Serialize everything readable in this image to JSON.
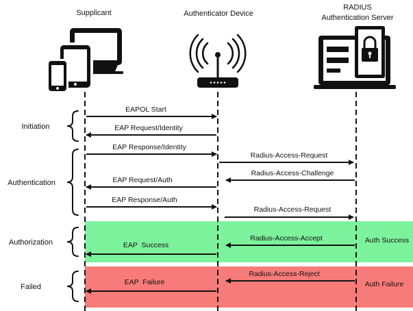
{
  "headers": {
    "supplicant": "Supplicant",
    "authenticator": "Authenticator Device",
    "server_line1": "RADIUS",
    "server_line2": "Authentication Server"
  },
  "phases": {
    "initiation": "Initiation",
    "authentication": "Authentication",
    "authorization": "Authorization",
    "failed": "Failed"
  },
  "messages": {
    "eapol_start": "EAPOL Start",
    "eap_request_identity": "EAP Request/Identity",
    "eap_response_identity": "EAP Response/Identity",
    "radius_access_request_1": "Radius-Access-Request",
    "radius_access_challenge": "Radius-Access-Challenge",
    "eap_request_auth": "EAP Request/Auth",
    "eap_response_auth": "EAP Response/Auth",
    "radius_access_request_2": "Radius-Access-Request",
    "radius_access_accept": "Radius-Access-Accept",
    "eap_success": "EAP  Success",
    "radius_access_reject": "Radius-Access-Reject",
    "eap_failure": "EAP  Failure"
  },
  "server_results": {
    "success": "Auth Success",
    "failure": "Auth Failure"
  },
  "colors": {
    "authorization_band": "#7cf29c",
    "failed_band": "#f77b79",
    "line": "#111111"
  },
  "icons": [
    "devices-icon",
    "wireless-router-icon",
    "locked-server-icon"
  ]
}
